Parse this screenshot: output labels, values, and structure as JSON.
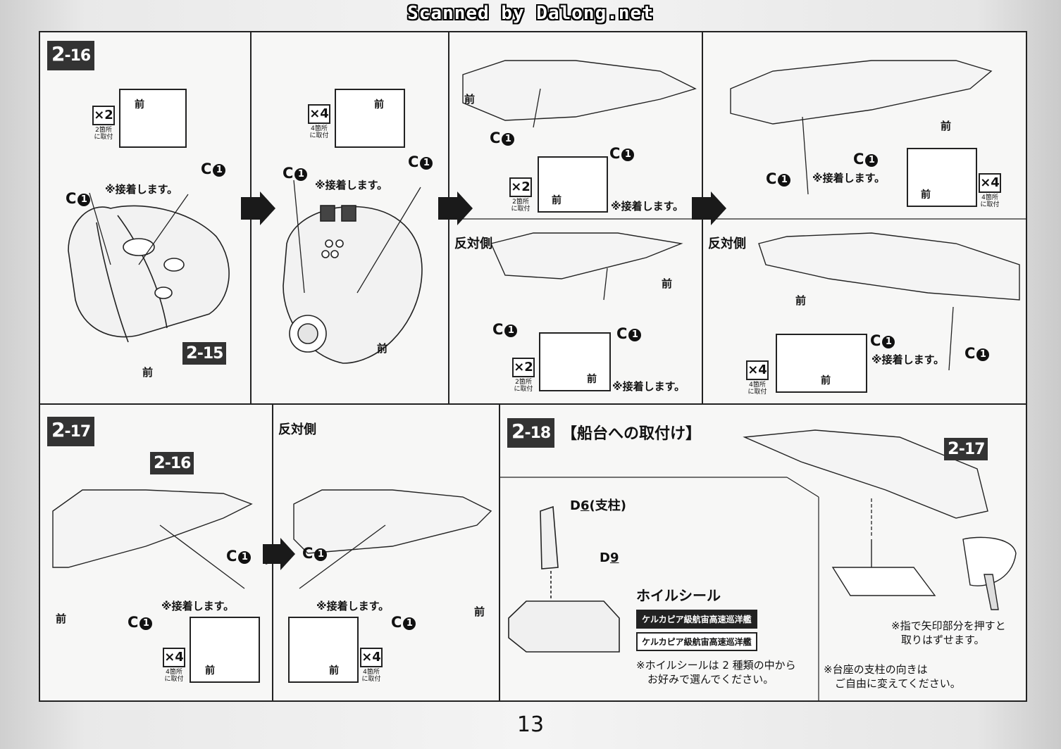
{
  "header": {
    "scanned_by": "Scanned by Dalong.net"
  },
  "labels": {
    "front": "前",
    "glue": "※接着します。",
    "c_part": "C",
    "c_num": "1",
    "opposite_side": "反対側",
    "x2": "×2",
    "x2_note": "2箇所に取付",
    "x4": "×4",
    "x4_note": "4箇所に取付"
  },
  "steps": {
    "s216": {
      "main": "2",
      "sub": "-16"
    },
    "s215": {
      "main": "2",
      "sub": "-15"
    },
    "s217": {
      "main": "2",
      "sub": "-17"
    },
    "s218": {
      "main": "2",
      "sub": "-18"
    },
    "s218_title": "【船台への取付け】"
  },
  "stand": {
    "d6": "D",
    "d6_num": "6",
    "d6_suffix": "(支柱)",
    "d9": "D",
    "d9_num": "9",
    "foil_title": "ホイルシール",
    "sticker_dark": "ケルカピア級航宙高速巡洋艦",
    "sticker_light": "ケルカピア級航宙高速巡洋艦",
    "foil_note_1": "※ホイルシールは 2 種類の中から",
    "foil_note_2": "お好みで選んでください。",
    "stand_note_1": "※台座の支柱の向きは",
    "stand_note_2": "ご自由に変えてください。",
    "press_note_1": "※指で矢印部分を押すと",
    "press_note_2": "取りはずせます。"
  },
  "page_number": "13"
}
